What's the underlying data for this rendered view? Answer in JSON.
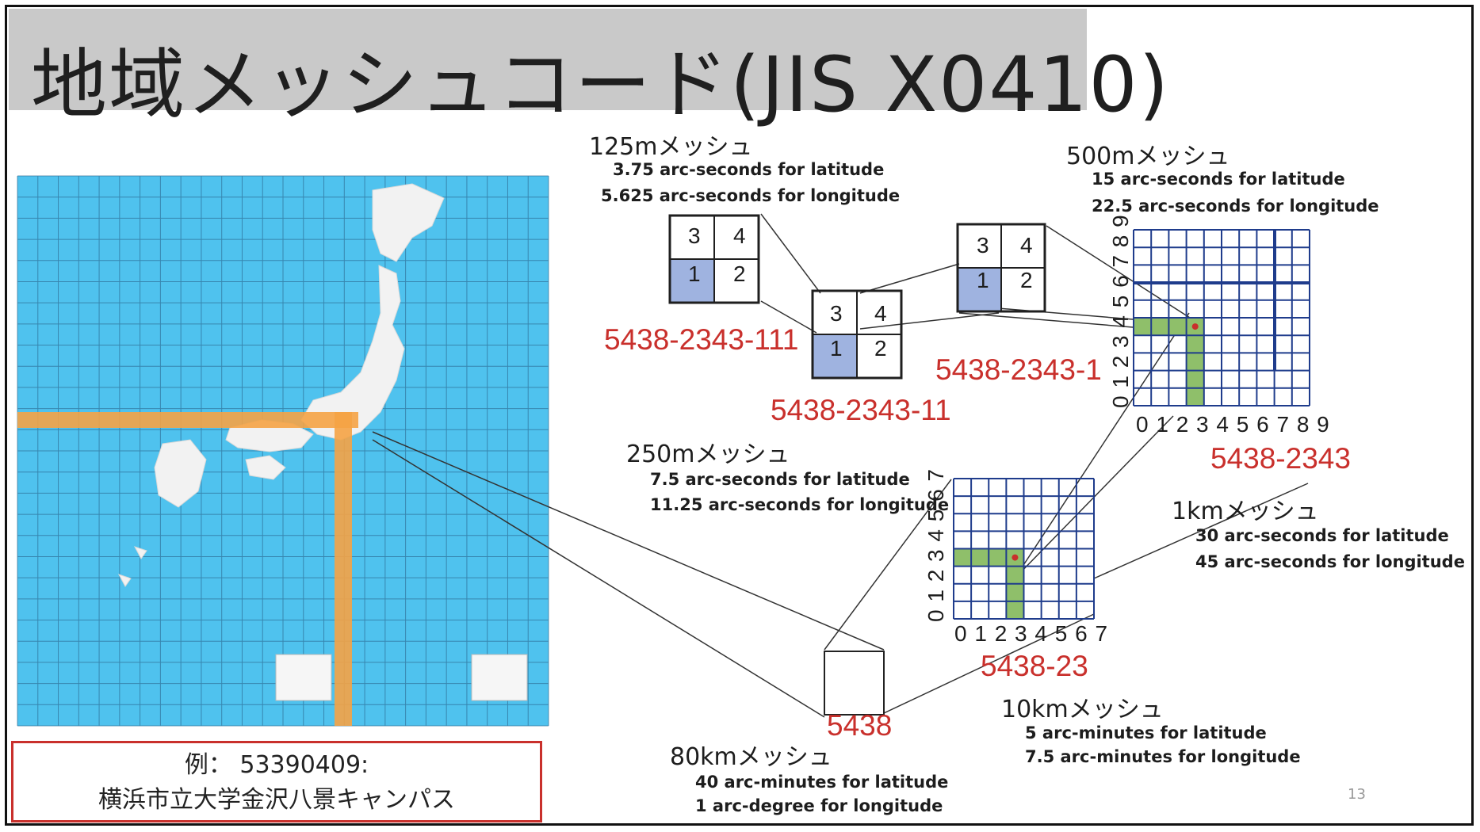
{
  "slide": {
    "title": "地域メッシュコード(JIS X0410)",
    "page_number": "13"
  },
  "example": {
    "line1": "例：  53390409:",
    "line2": "横浜市立大学金沢八景キャンパス"
  },
  "meshes": {
    "m125": {
      "name": "125mメッシュ",
      "lat": "3.75 arc-seconds for latitude",
      "lon": "5.625 arc-seconds for longitude",
      "code": "5438-2343-111"
    },
    "m250": {
      "name": "250mメッシュ",
      "lat": "7.5 arc-seconds for latitude",
      "lon": "11.25 arc-seconds for longitude",
      "code": "5438-2343-11"
    },
    "m500": {
      "name": "500mメッシュ",
      "lat": "15 arc-seconds for latitude",
      "lon": "22.5 arc-seconds for longitude",
      "code": "5438-2343-1"
    },
    "m1km": {
      "name": "1kmメッシュ",
      "lat": "30 arc-seconds for latitude",
      "lon": "45 arc-seconds for longitude",
      "code": "5438-2343"
    },
    "m10km": {
      "name": "10kmメッシュ",
      "lat": "5 arc-minutes for latitude",
      "lon": "7.5 arc-minutes for longitude",
      "code": "5438-23"
    },
    "m80km": {
      "name": "80kmメッシュ",
      "lat": "40 arc-minutes for latitude",
      "lon": "1 arc-degree for longitude",
      "code": "5438"
    }
  },
  "quad_labels": {
    "tl": "3",
    "tr": "4",
    "bl": "1",
    "br": "2"
  },
  "axes": {
    "grid10_x": "0 1 2 3 4 5 6 7 8 9",
    "grid10_y": "0 1 2 3 4 5 6 7 8 9",
    "grid8_x": "0 1 2 3 4 5 6 7",
    "grid8_y": "0 1 2 3 4 5 6 7"
  },
  "colors": {
    "code_red": "#c9302c",
    "grid_blue": "#1f3c8c",
    "quad_fill": "#9fb3e0",
    "highlight_green": "#8fbf6a",
    "map_sea": "#4fc2ee",
    "map_band": "#f5a345"
  }
}
